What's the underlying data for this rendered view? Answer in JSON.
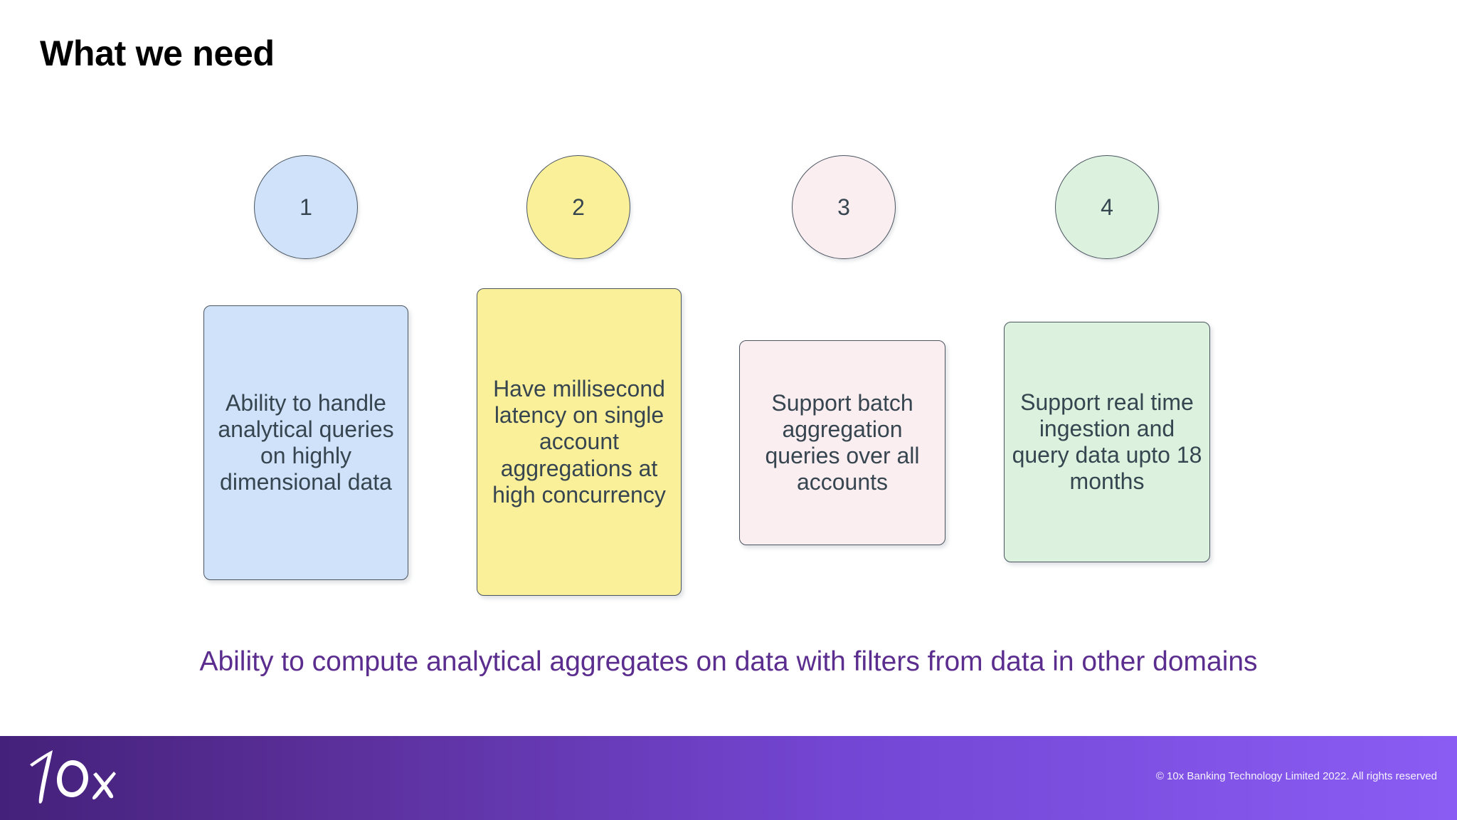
{
  "slide": {
    "title": "What we need",
    "background": "#ffffff"
  },
  "steps": [
    {
      "number": "1",
      "text": "Ability to handle analytical queries on highly dimensional data",
      "fill": "#cfe2fa",
      "border": "#4a5560"
    },
    {
      "number": "2",
      "text": "Have millisecond latency on single account aggregations at high concurrency",
      "fill": "#faf09a",
      "border": "#4a5560"
    },
    {
      "number": "3",
      "text": "Support batch aggregation queries over all accounts",
      "fill": "#fbeef1",
      "border": "#4a5560"
    },
    {
      "number": "4",
      "text": "Support real time ingestion and query data upto 18 months",
      "fill": "#dcf2de",
      "border": "#4a5560"
    }
  ],
  "caption": {
    "text": "Ability to compute analytical aggregates on data with filters from data in other domains",
    "color": "#5b2d8e"
  },
  "footer": {
    "logo_text": "10x",
    "copyright": "© 10x Banking Technology Limited 2022. All rights reserved",
    "gradient_start": "#44217a",
    "gradient_end": "#8a5cf3",
    "text_color": "#ffffff"
  }
}
